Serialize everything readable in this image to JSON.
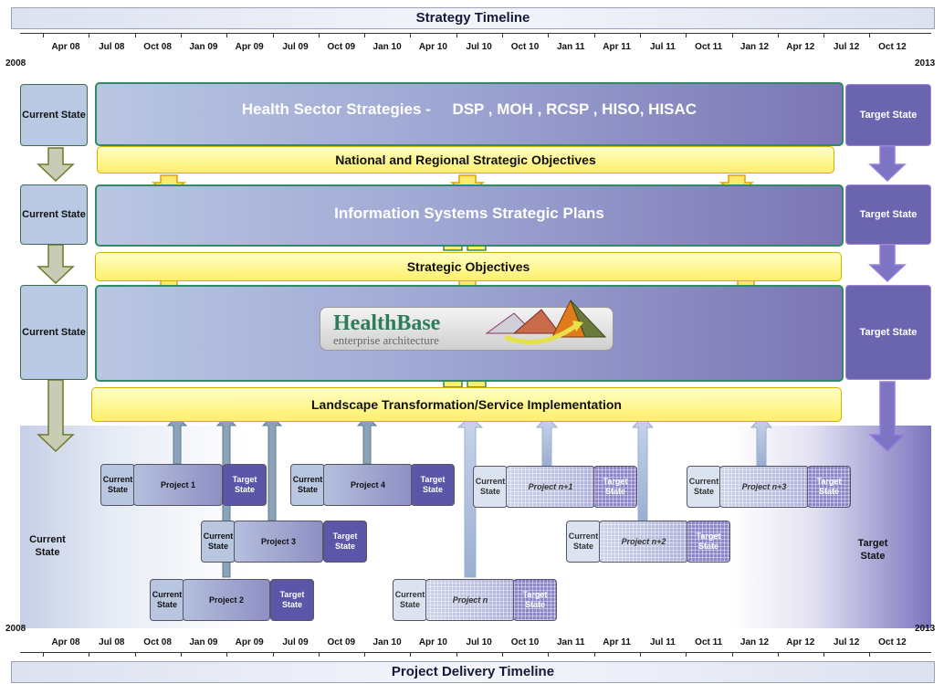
{
  "top_title": "Strategy Timeline",
  "bottom_title": "Project Delivery Timeline",
  "timeline": {
    "start_year": "2008",
    "end_year": "2013",
    "ticks": [
      "Apr 08",
      "Jul 08",
      "Oct 08",
      "Jan 09",
      "Apr 09",
      "Jul 09",
      "Oct 09",
      "Jan 10",
      "Apr 10",
      "Jul 10",
      "Oct 10",
      "Jan 11",
      "Apr 11",
      "Jul 11",
      "Oct 11",
      "Jan 12",
      "Apr 12",
      "Jul 12",
      "Oct 12"
    ]
  },
  "strategy": {
    "health_sector_label": "Health Sector Strategies -",
    "health_sector_orgs": "DSP , MOH , RCSP , HISO, HISAC",
    "national_objectives": "National and Regional Strategic Objectives",
    "is_plans": "Information Systems Strategic Plans",
    "strategic_objectives": "Strategic Objectives",
    "landscape": "Landscape Transformation/Service Implementation",
    "current_state": "Current State",
    "target_state": "Target State"
  },
  "logo": {
    "brand": "HealthBase",
    "tagline": "enterprise architecture"
  },
  "delivery": {
    "current_state": "Current State",
    "target_state": "Target State",
    "projects": [
      {
        "name": "Project 1",
        "current": "Current State",
        "target": "Target State"
      },
      {
        "name": "Project 2",
        "current": "Current State",
        "target": "Target State"
      },
      {
        "name": "Project 3",
        "current": "Current State",
        "target": "Target State"
      },
      {
        "name": "Project 4",
        "current": "Current State",
        "target": "Target State"
      },
      {
        "name": "Project n",
        "current": "Current State",
        "target": "Target State"
      },
      {
        "name": "Project n+1",
        "current": "Current State",
        "target": "Target State"
      },
      {
        "name": "Project n+2",
        "current": "Current State",
        "target": "Target State"
      },
      {
        "name": "Project n+3",
        "current": "Current State",
        "target": "Target State"
      }
    ]
  },
  "colors": {
    "band_border": "#2f8a66",
    "objective_fill": "#ffef6a",
    "target_fill": "#6b65b0",
    "current_fill": "#b9c9e4"
  }
}
